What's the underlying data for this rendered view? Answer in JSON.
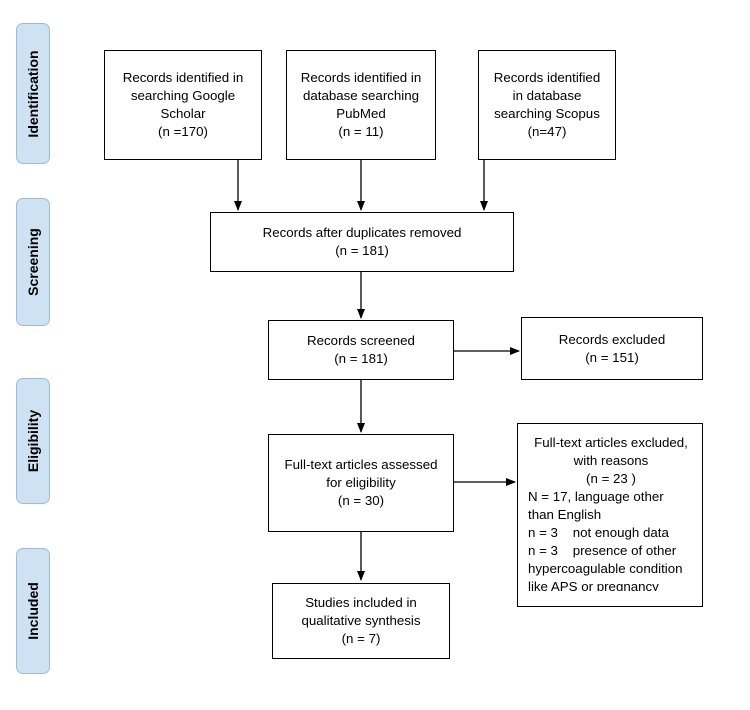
{
  "phases": {
    "identification": "Identification",
    "screening": "Screening",
    "eligibility": "Eligibility",
    "included": "Included"
  },
  "boxes": {
    "google_scholar": [
      "Records identified in",
      "searching Google",
      "Scholar",
      "(n =170)"
    ],
    "pubmed": [
      "Records identified in",
      "database searching",
      "PubMed",
      "(n = 11)"
    ],
    "scopus": [
      "Records identified",
      "in database",
      "searching Scopus",
      "(n=47)"
    ],
    "duplicates_removed": [
      "Records after duplicates removed",
      "(n = 181)"
    ],
    "screened": [
      "Records screened",
      "(n = 181)"
    ],
    "excluded": [
      "Records excluded",
      "(n = 151)"
    ],
    "fulltext_assessed": [
      "Full-text articles assessed",
      "for eligibility",
      "(n = 30)"
    ],
    "fulltext_excluded": {
      "title": [
        "Full-text articles excluded,",
        "with reasons",
        "(n = 23  )"
      ],
      "reasons": [
        "N = 17, language other",
        "than English",
        "n = 3    not enough data",
        "n = 3    presence of other",
        "hypercoagulable condition",
        "like APS or pregnancy"
      ]
    },
    "included": [
      "Studies included in",
      "qualitative synthesis",
      "(n = 7)"
    ]
  }
}
